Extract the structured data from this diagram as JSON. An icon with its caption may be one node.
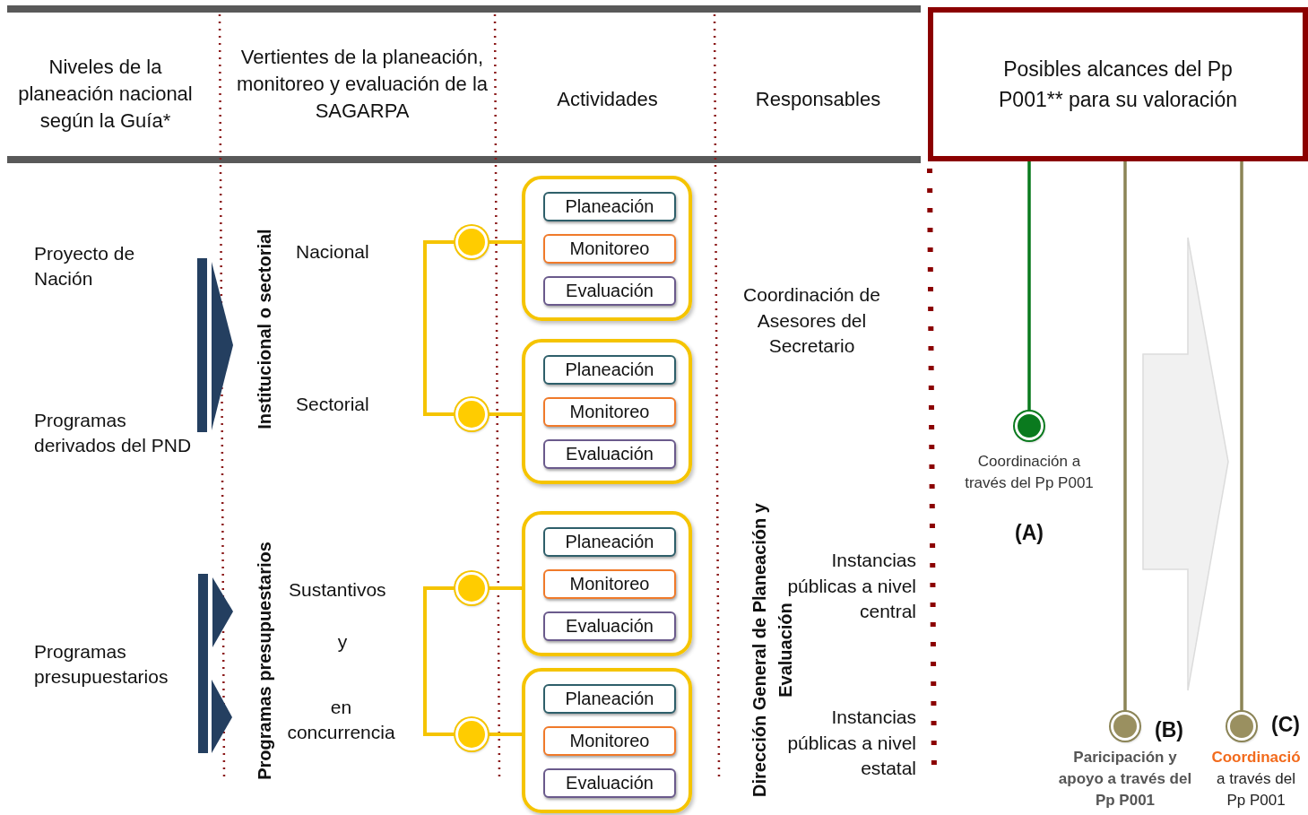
{
  "diagram": {
    "nodes": [
      {
        "text": [
          "Posibles alcances del Pp P001** para su valoración"
        ]
      },
      {
        "text": [],
        "shape": "circle"
      },
      {
        "text": [],
        "shape": "box"
      },
      {
        "text": [
          "Planeación"
        ],
        "in": 2
      },
      {
        "text": [
          "Monitoreo"
        ],
        "in": 2
      },
      {
        "text": [
          "Evaluación"
        ],
        "in": 2
      },
      {
        "text": [],
        "shape": "circle"
      },
      {
        "text": [],
        "shape": "box"
      },
      {
        "text": [
          "Planeación"
        ],
        "in": 7
      },
      {
        "text": [
          "Monitoreo"
        ],
        "in": 7
      },
      {
        "text": [
          "Evaluación"
        ],
        "in": 7
      },
      {
        "text": [],
        "shape": "circle"
      },
      {
        "text": [],
        "shape": "box"
      },
      {
        "text": [
          "Planeación"
        ],
        "in": 12
      },
      {
        "text": [
          "Monitoreo"
        ],
        "in": 12
      },
      {
        "text": [
          "Evaluación"
        ],
        "in": 12
      },
      {
        "text": [],
        "shape": "circle"
      },
      {
        "text": [],
        "shape": "box"
      },
      {
        "text": [
          "Planeación"
        ],
        "in": 17
      },
      {
        "text": [
          "Monitoreo"
        ],
        "in": 17
      },
      {
        "text": [
          "Evaluación"
        ],
        "in": 17
      },
      {
        "text": [],
        "shape": "circle",
        "beside": [
          "Coordinación a través del Pp P001",
          "(A)"
        ]
      },
      {
        "text": [],
        "shape": "circle",
        "beside": [
          "(B)",
          "Paricipación y apoyo a través del Pp P001"
        ]
      },
      {
        "text": [],
        "shape": "circle",
        "beside": [
          "(C)",
          "**Coordinació** a través del Pp P001"
        ]
      }
    ],
    "edges": [
      {
        "from": 1,
        "to": 2,
        "arrow": "none"
      },
      {
        "from": 6,
        "to": 7,
        "arrow": "none"
      },
      {
        "from": 1,
        "to": 6,
        "arrow": "none"
      },
      {
        "from": 11,
        "to": 12,
        "arrow": "none"
      },
      {
        "from": 16,
        "to": 17,
        "arrow": "none"
      },
      {
        "from": 11,
        "to": 16,
        "arrow": "none"
      },
      {
        "from": 0,
        "to": 21,
        "arrow": "none",
        "color": "#0a7a1e"
      },
      {
        "from": 0,
        "to": 22,
        "arrow": "none",
        "color": "#8b8456"
      },
      {
        "from": 0,
        "to": 23,
        "arrow": "none",
        "color": "#8b8456"
      }
    ],
    "labels": [
      "Niveles de la planeación nacional según la Guía*",
      "Vertientes de la planeación, monitoreo y evaluación de la SAGARPA",
      "Actividades",
      "Responsables",
      "Proyecto de Nación",
      "Programas derivados del PND",
      "Programas presupuestarios",
      "Institucional o sectorial",
      "Programas presupuestarios",
      "Nacional",
      "Sectorial",
      "Sustantivos",
      "y",
      "en concurrencia",
      "Coordinación de Asesores del Secretario",
      "Dirección General de Planeación y Evaluación",
      "Instancias públicas a nivel central",
      "Instancias públicas a nivel estatal"
    ]
  }
}
